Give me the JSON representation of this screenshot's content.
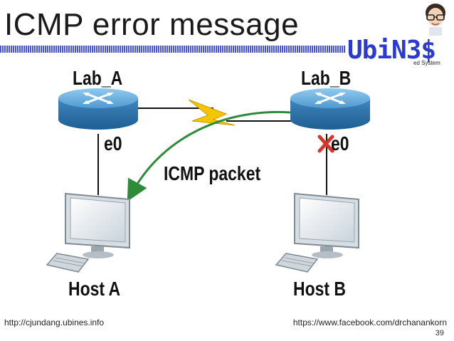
{
  "slide": {
    "title": "ICMP error message",
    "brand": "UbiN3$",
    "brand_sub": "ed System",
    "footer_left": "http://cjundang.ubines.info",
    "footer_right": "https://www.facebook.com/drchanankorn",
    "page_number": "39"
  },
  "diagram": {
    "router_a_label": "Lab_A",
    "router_b_label": "Lab_B",
    "interface_a_label": "e0",
    "interface_b_label": "e0",
    "packet_label": "ICMP packet",
    "host_a_label": "Host A",
    "host_b_label": "Host B"
  },
  "colors": {
    "accent": "#2b3bd1",
    "router_blue": "#5fa8d8",
    "wan_yellow": "#f5c500",
    "arrow_green": "#2e8b3a",
    "error_red": "#d9342b"
  }
}
